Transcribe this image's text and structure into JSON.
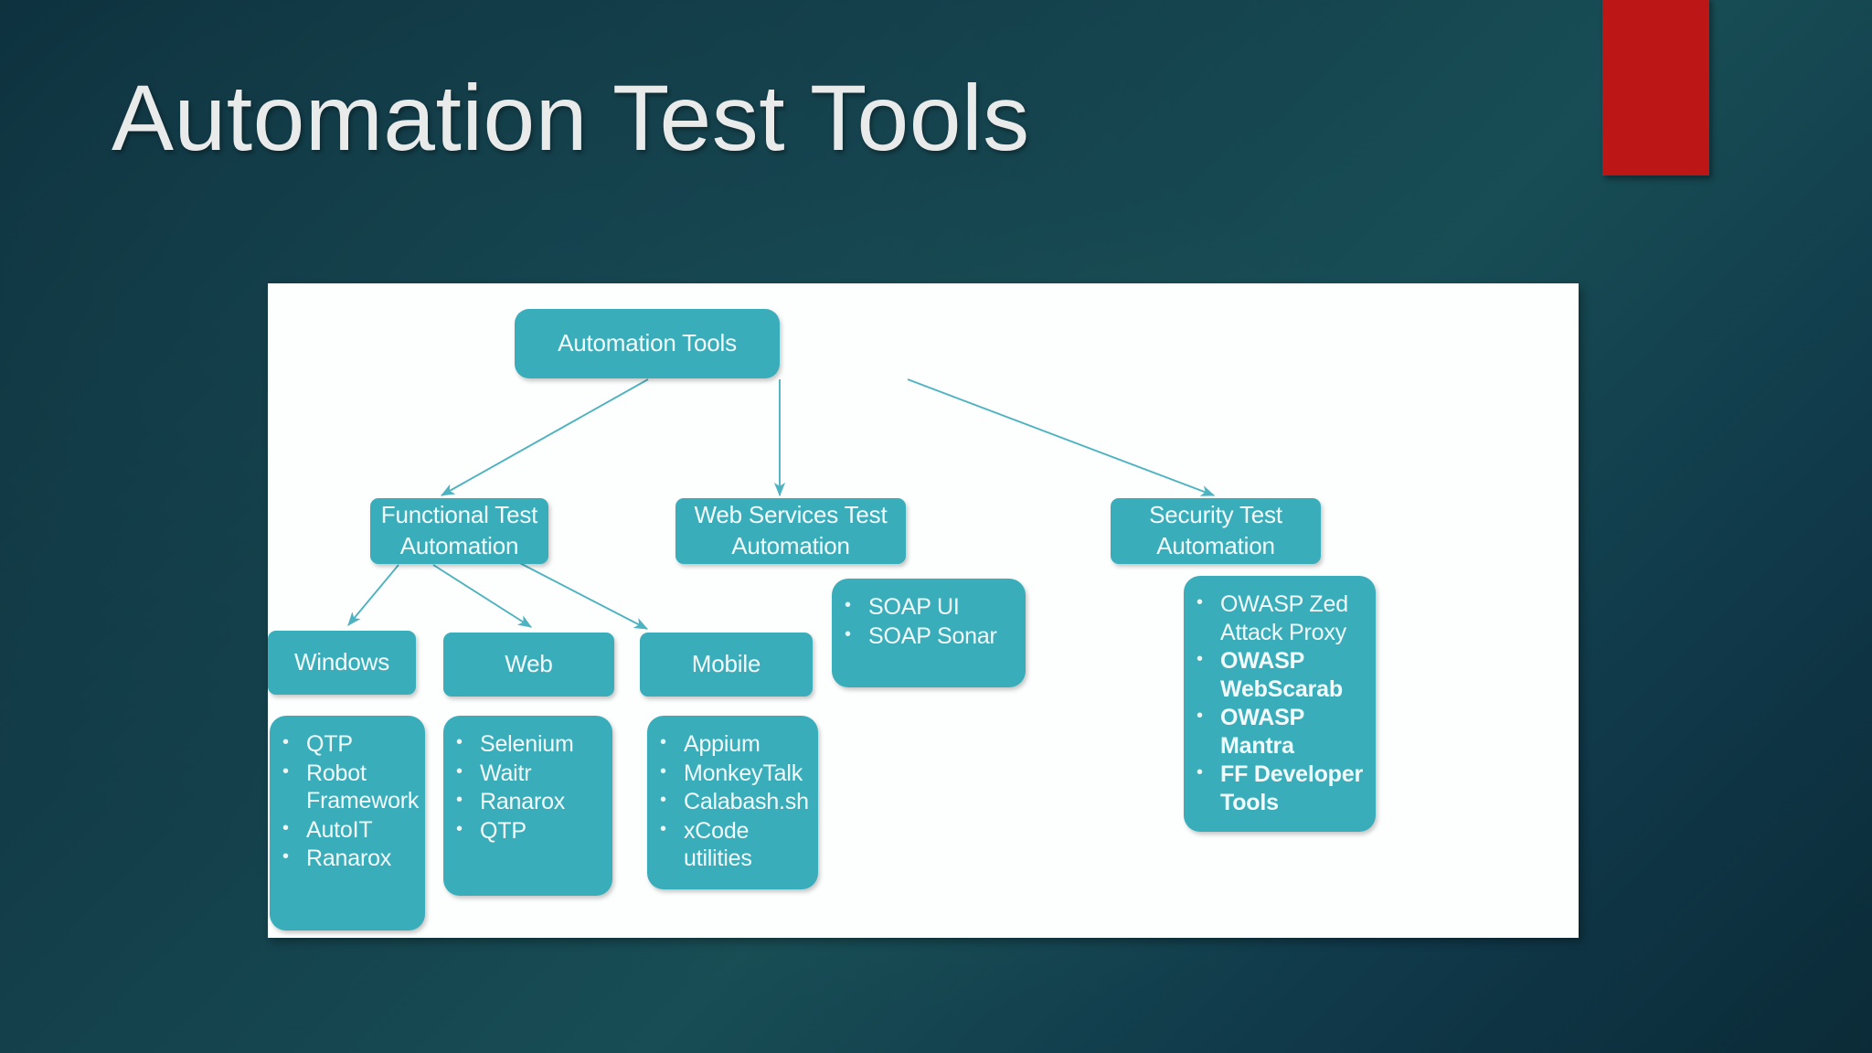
{
  "slide": {
    "title": "Automation Test Tools",
    "accent_bar_color": "#bd1616",
    "node_color": "#3aadbb",
    "panel_color": "#fdfefe",
    "background_color": "#14414c",
    "connector_color": "#4db3c0",
    "bullet_glyph": "•"
  },
  "diagram": {
    "root": {
      "label": "Automation Tools"
    },
    "branches": [
      {
        "label": "Functional Test Automation",
        "children": [
          {
            "label": "Windows",
            "tools": [
              "QTP",
              "Robot Framework",
              "AutoIT",
              "Ranarox"
            ]
          },
          {
            "label": "Web",
            "tools": [
              "Selenium",
              "Waitr",
              "Ranarox",
              "QTP"
            ]
          },
          {
            "label": "Mobile",
            "tools": [
              "Appium",
              "MonkeyTalk",
              "Calabash.sh",
              "xCode utilities"
            ]
          }
        ]
      },
      {
        "label": "Web Services Test Automation",
        "tools": [
          "SOAP UI",
          "SOAP Sonar"
        ]
      },
      {
        "label": "Security Test Automation",
        "tools": [
          {
            "text": "OWASP Zed Attack Proxy",
            "bold": false
          },
          {
            "text": "OWASP WebScarab",
            "bold": true
          },
          {
            "text": "OWASP Mantra",
            "bold": true
          },
          {
            "text": "FF Developer Tools",
            "bold": true
          }
        ]
      }
    ]
  }
}
